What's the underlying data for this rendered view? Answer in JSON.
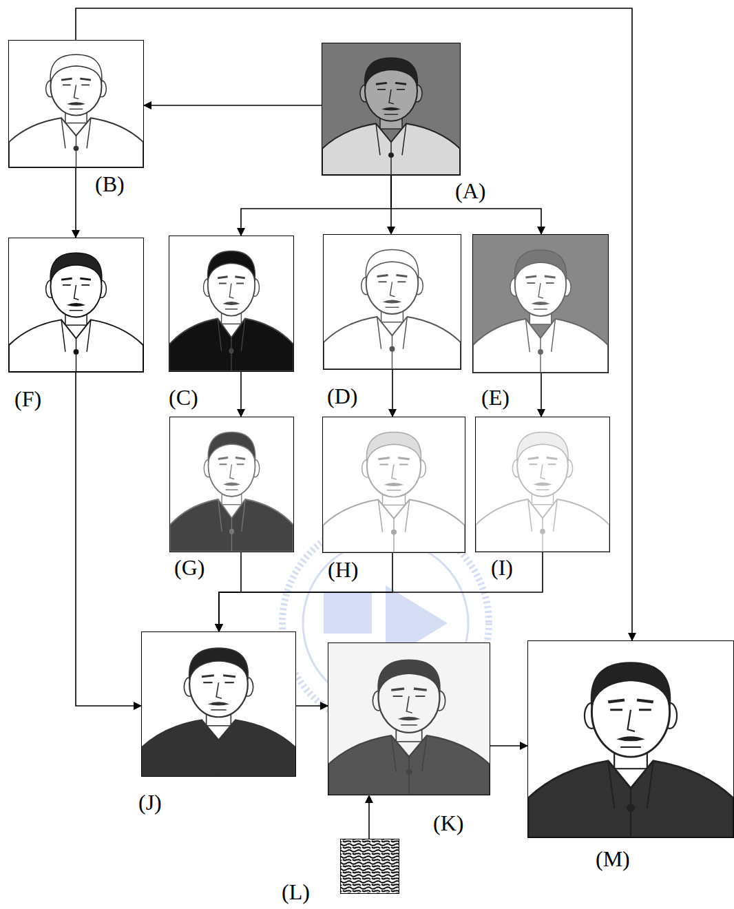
{
  "diagram": {
    "nodes": [
      {
        "text": [
          "(A)"
        ]
      },
      {
        "text": [
          "(B)"
        ]
      },
      {
        "text": [
          "(C)"
        ]
      },
      {
        "text": [
          "(D)"
        ]
      },
      {
        "text": [
          "(E)"
        ]
      },
      {
        "text": [
          "(F)"
        ]
      },
      {
        "text": [
          "(G)"
        ]
      },
      {
        "text": [
          "(H)"
        ]
      },
      {
        "text": [
          "(I)"
        ]
      },
      {
        "text": [
          "(J)"
        ]
      },
      {
        "text": [
          "(K)"
        ]
      },
      {
        "text": [
          "(L)"
        ]
      },
      {
        "text": [
          "(M)"
        ]
      }
    ],
    "edges": [
      {
        "from": 0,
        "to": 1,
        "arrow": "to"
      },
      {
        "from": 0,
        "to": 2,
        "arrow": "to"
      },
      {
        "from": 0,
        "to": 3,
        "arrow": "to"
      },
      {
        "from": 0,
        "to": 4,
        "arrow": "to"
      },
      {
        "from": 1,
        "to": 5,
        "arrow": "to"
      },
      {
        "from": 1,
        "to": 12,
        "arrow": "to"
      },
      {
        "from": 2,
        "to": 6,
        "arrow": "to"
      },
      {
        "from": 3,
        "to": 7,
        "arrow": "to"
      },
      {
        "from": 4,
        "to": 8,
        "arrow": "to"
      },
      {
        "from": 6,
        "to": 9,
        "arrow": "to"
      },
      {
        "from": 7,
        "to": 9,
        "arrow": "to"
      },
      {
        "from": 8,
        "to": 9,
        "arrow": "to"
      },
      {
        "from": 5,
        "to": 9,
        "arrow": "to"
      },
      {
        "from": 9,
        "to": 10,
        "arrow": "to"
      },
      {
        "from": 11,
        "to": 10,
        "arrow": "to"
      },
      {
        "from": 10,
        "to": 12,
        "arrow": "to"
      }
    ]
  }
}
